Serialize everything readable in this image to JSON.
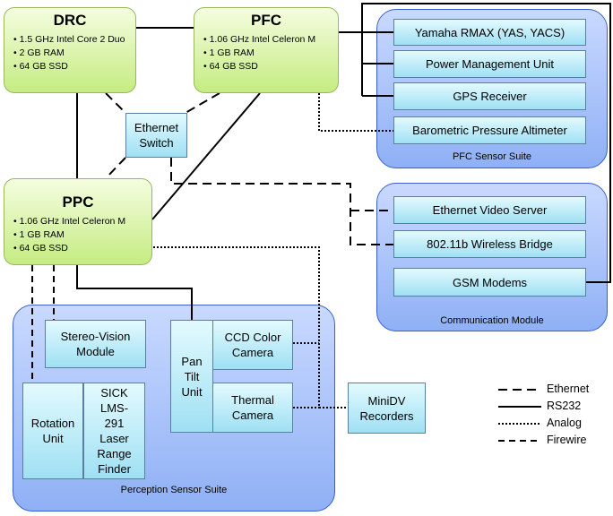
{
  "computers": {
    "drc": {
      "title": "DRC",
      "specs": [
        "1.5 GHz Intel Core 2 Duo",
        "2 GB RAM",
        "64 GB SSD"
      ]
    },
    "pfc": {
      "title": "PFC",
      "specs": [
        "1.06 GHz Intel Celeron M",
        "1 GB RAM",
        "64 GB SSD"
      ]
    },
    "ppc": {
      "title": "PPC",
      "specs": [
        "1.06 GHz Intel Celeron M",
        "1 GB RAM",
        "64 GB SSD"
      ]
    }
  },
  "ethernet_switch": "Ethernet Switch",
  "pfc_suite": {
    "label": "PFC Sensor Suite",
    "items": [
      "Yamaha RMAX (YAS, YACS)",
      "Power Management Unit",
      "GPS Receiver",
      "Barometric Pressure Altimeter"
    ]
  },
  "comm_module": {
    "label": "Communication Module",
    "items": [
      "Ethernet Video Server",
      "802.11b Wireless Bridge",
      "GSM Modems"
    ]
  },
  "perception_suite": {
    "label": "Perception Sensor Suite",
    "stereo": "Stereo-Vision Module",
    "pan_tilt": "Pan Tilt Unit",
    "ccd": "CCD Color Camera",
    "thermal": "Thermal Camera",
    "rotation": "Rotation Unit",
    "sick": "SICK LMS-291 Laser Range Finder"
  },
  "minidv": "MiniDV Recorders",
  "legend": [
    "Ethernet",
    "RS232",
    "Analog",
    "Firewire"
  ]
}
